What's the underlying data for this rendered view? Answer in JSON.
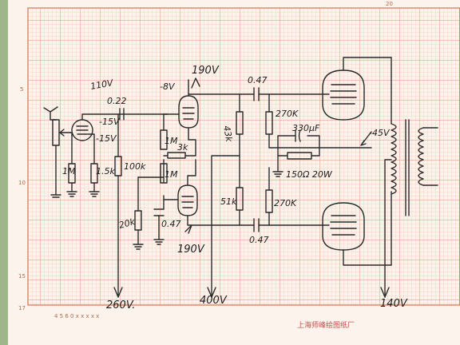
{
  "labels": {
    "v110": "110V",
    "c022": "0.22",
    "vneg15a": "-15V",
    "vneg15b": "-15V",
    "vneg8": "-8V",
    "v190top": "190V",
    "c047top": "0.47",
    "r270k_top": "270K",
    "r43k": "43k",
    "c330": "330μF",
    "vneg45": "-45V",
    "r150": "150Ω 20W",
    "r1m_in": "1M",
    "r15k": "1.5k",
    "r100k": "100k",
    "r1m_a": "1M",
    "r3k": "3k",
    "r1m_b": "1M",
    "r51k": "51k",
    "r270k_bot": "270K",
    "r20k": "20k",
    "c047_mid": "0.47",
    "c047_bot": "0.47",
    "v190bot": "190V",
    "v260": "260V.",
    "v400": "400V",
    "v140": "140V"
  },
  "paper": {
    "margin_numbers": [
      "5",
      "10",
      "15",
      "17",
      "20"
    ],
    "maker": "上海师峰绘图纸厂",
    "code": "4 5 6 0 x x x x x"
  }
}
